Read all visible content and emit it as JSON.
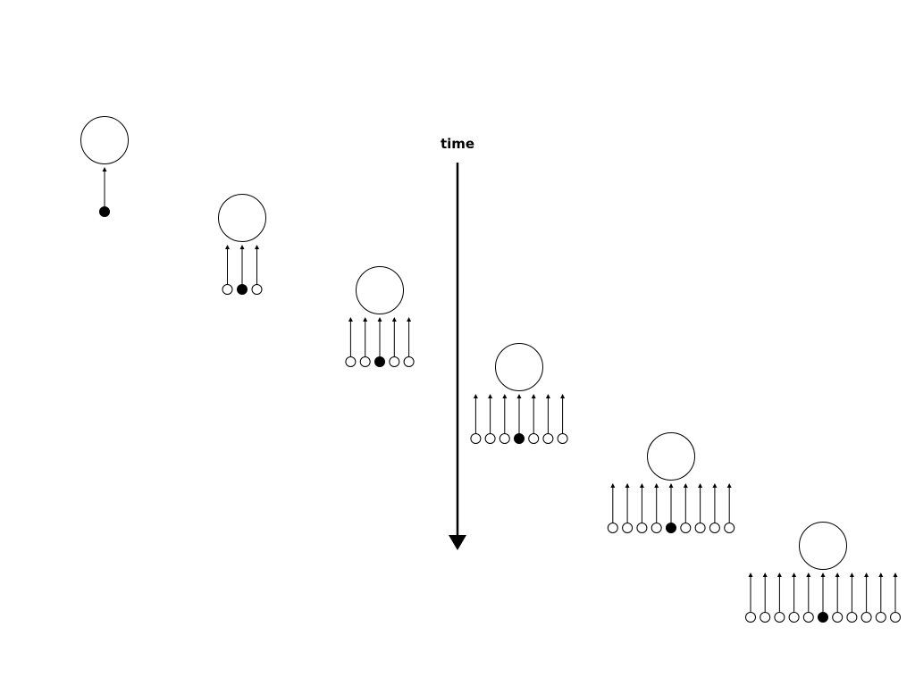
{
  "time_axis": {
    "label": "time",
    "direction": "down"
  },
  "colors": {
    "line": "#000000",
    "background": "#ffffff",
    "filled_dot": "#000000",
    "empty_dot": "#ffffff"
  },
  "stages": [
    {
      "step": 1,
      "input_count": 1,
      "highlighted_index": 0
    },
    {
      "step": 2,
      "input_count": 3,
      "highlighted_index": 1
    },
    {
      "step": 3,
      "input_count": 5,
      "highlighted_index": 2
    },
    {
      "step": 4,
      "input_count": 7,
      "highlighted_index": 3
    },
    {
      "step": 5,
      "input_count": 9,
      "highlighted_index": 4
    },
    {
      "step": 6,
      "input_count": 11,
      "highlighted_index": 5
    }
  ]
}
